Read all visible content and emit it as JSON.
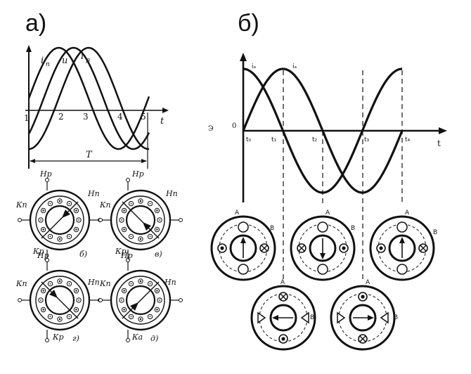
{
  "panel_a": {
    "label": "а)",
    "graph": {
      "curve_labels": [
        "i",
        "п",
        "u",
        "i",
        "р"
      ],
      "point_labels": [
        "1",
        "2",
        "3",
        "4",
        "5"
      ],
      "t_label": "t",
      "period_label": "T"
    },
    "motors": [
      {
        "kp_left": "Кп",
        "hp_top": "Нр",
        "hn_right": "Нп",
        "kr_bottom": "Кр",
        "caption": "б)"
      },
      {
        "kp_left": "Кп",
        "hp_top": "Нр",
        "hn_right": "Нп",
        "kr_bottom": "Кр",
        "caption": "в)"
      },
      {
        "kp_left": "Кп",
        "hp_top": "Нр",
        "hn_right": "Нп",
        "kr_bottom": "Кр",
        "caption": "г)"
      },
      {
        "kp_left": "Кп",
        "hp_top": "Нр",
        "hn_right": "Нп",
        "kr_bottom": "Ка",
        "caption": "д)"
      }
    ]
  },
  "panel_b": {
    "label": "б)",
    "graph": {
      "y_label": "Э",
      "zero_label": "0",
      "t_label": "t",
      "curve_labels": [
        "iₐ",
        "iₐ"
      ],
      "time_labels": [
        "t₀",
        "t₁",
        "t₂",
        "t₃",
        "t₄"
      ]
    },
    "rotor_labels": {
      "a": "A",
      "b": "B"
    }
  }
}
